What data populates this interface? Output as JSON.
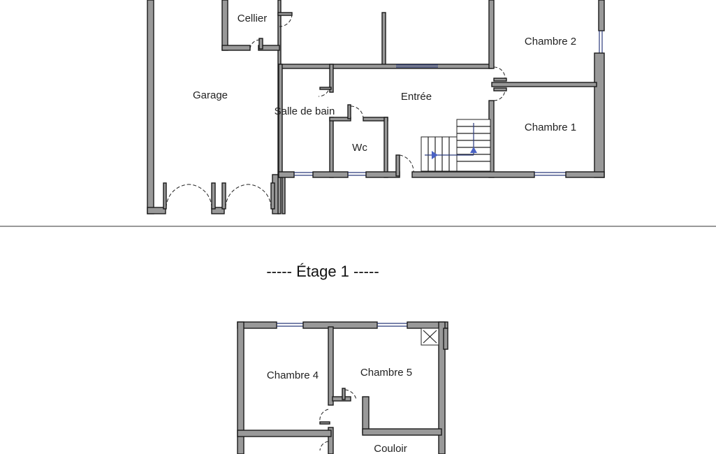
{
  "floors": [
    {
      "title": "",
      "rooms": [
        "Cellier",
        "Garage",
        "Chambre 2",
        "Salle de bain",
        "Entrée",
        "Wc",
        "Chambre 1"
      ]
    },
    {
      "title": "----- Étage 1 -----",
      "rooms": [
        "Chambre 4",
        "Chambre 5",
        "Couloir"
      ]
    }
  ]
}
